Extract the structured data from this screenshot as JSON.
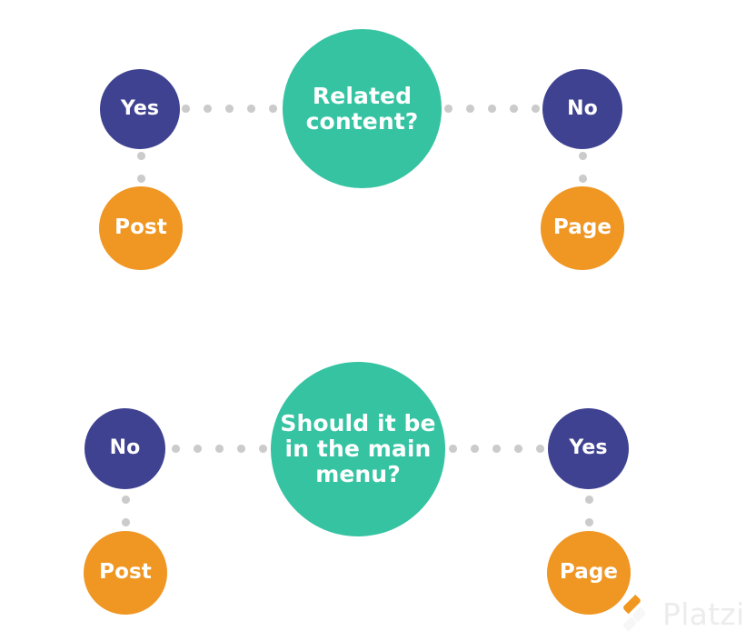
{
  "diagram": {
    "type": "decision-flow",
    "background_color": "#ffffff",
    "palette": {
      "question": "#35c3a2",
      "answer": "#3f4291",
      "outcome": "#ef9623",
      "connector": "#cbcbcb",
      "node_text": "#ffffff"
    },
    "flows": [
      {
        "id": "flow-1",
        "question": {
          "label": "Related content?"
        },
        "left": {
          "answer": {
            "label": "Yes"
          },
          "outcome": {
            "label": "Post"
          }
        },
        "right": {
          "answer": {
            "label": "No"
          },
          "outcome": {
            "label": "Page"
          }
        }
      },
      {
        "id": "flow-2",
        "question": {
          "label": "Should it be\nin the main\nmenu?"
        },
        "left": {
          "answer": {
            "label": "No"
          },
          "outcome": {
            "label": "Post"
          }
        },
        "right": {
          "answer": {
            "label": "Yes"
          },
          "outcome": {
            "label": "Page"
          }
        }
      }
    ]
  },
  "watermark": {
    "brand": "Platzi",
    "mark_colors": {
      "outer": "#f0971f",
      "inner": "#f6f6f6"
    },
    "text_color": "#ececec"
  }
}
